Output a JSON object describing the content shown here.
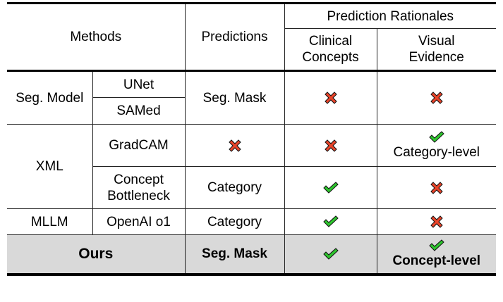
{
  "table": {
    "header": {
      "methods": "Methods",
      "predictions": "Predictions",
      "rationales": "Prediction Rationales",
      "clinical": "Clinical Concepts",
      "clinical_l1": "Clinical",
      "clinical_l2": "Concepts",
      "visual_l1": "Visual",
      "visual_l2": "Evidence"
    },
    "groups": {
      "seg": "Seg. Model",
      "xml": "XML",
      "mllm": "MLLM",
      "ours": "Ours"
    },
    "rows": [
      {
        "method": "UNet",
        "prediction": "Seg. Mask",
        "clinical": "cross-icon",
        "visual": "cross-icon"
      },
      {
        "method": "SAMed",
        "prediction": "Seg. Mask",
        "clinical": "cross-icon",
        "visual": "cross-icon"
      },
      {
        "method": "GradCAM",
        "prediction": "cross-icon",
        "clinical": "cross-icon",
        "visual": "check-icon",
        "visual_note": "Category-level"
      },
      {
        "method_l1": "Concept",
        "method_l2": "Bottleneck",
        "prediction": "Category",
        "clinical": "check-icon",
        "visual": "cross-icon"
      },
      {
        "method": "OpenAI o1",
        "prediction": "Category",
        "clinical": "check-icon",
        "visual": "cross-icon"
      },
      {
        "method": "Ours",
        "prediction": "Seg. Mask",
        "clinical": "check-icon",
        "visual": "check-icon",
        "visual_note": "Concept-level"
      }
    ],
    "colors": {
      "cross": "#e8442a",
      "check": "#2ec52e",
      "highlight_bg": "#d9d9d9"
    }
  }
}
